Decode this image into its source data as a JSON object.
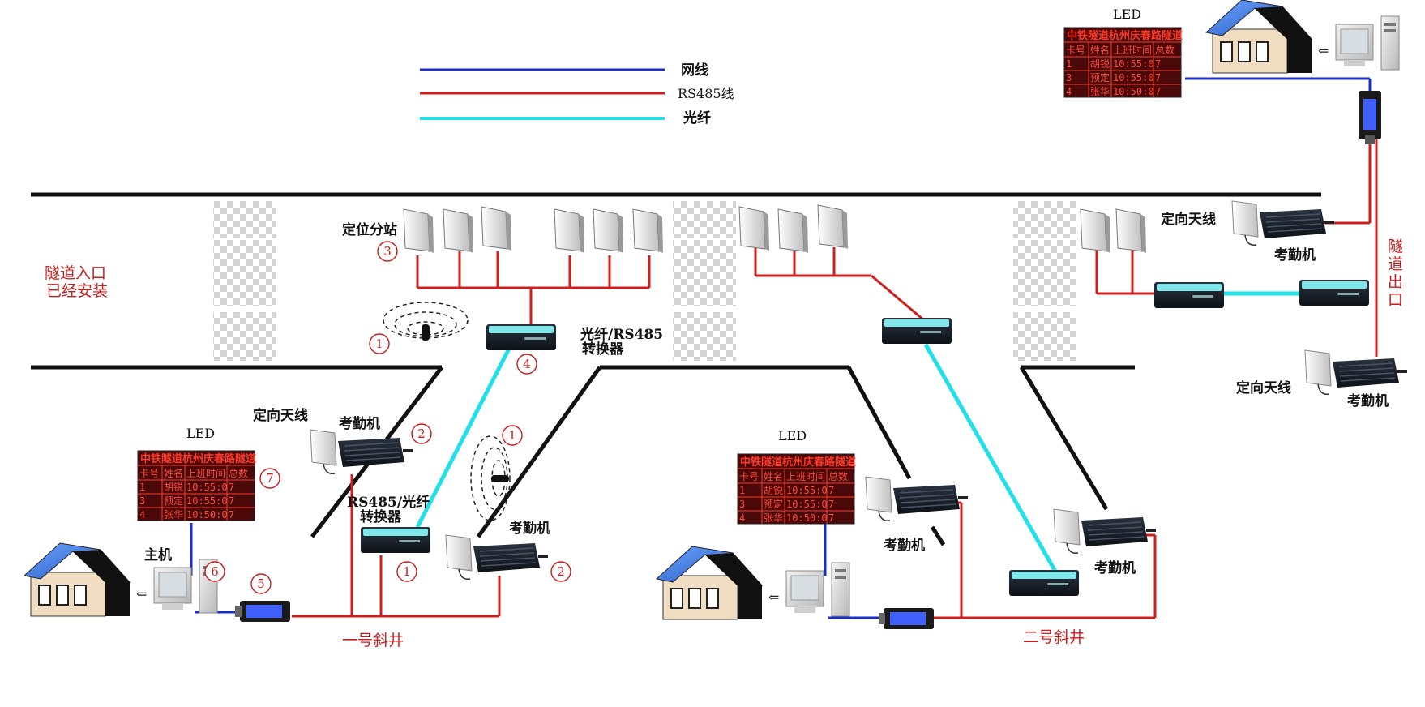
{
  "legend": {
    "network": "网线",
    "rs485": "RS485线",
    "fiber": "光纤"
  },
  "labels": {
    "entrance": [
      "隧道入口",
      "已经安装"
    ],
    "exit": [
      "隧",
      "道",
      "出",
      "口"
    ],
    "station": "定位分站",
    "converter_fiber_rs485": [
      "光纤/RS485",
      "转换器"
    ],
    "converter_rs485_fiber": [
      "RS485/光纤",
      "转换器"
    ],
    "directional_antenna": "定向天线",
    "attendance": "考勤机",
    "host": "主机",
    "led": "LED",
    "shaft1": "一号斜井",
    "shaft2": "二号斜井"
  },
  "markers": {
    "m1": "1",
    "m2": "2",
    "m3": "3",
    "m4": "4",
    "m5": "5",
    "m6": "6",
    "m7": "7"
  },
  "led_board": {
    "title": "中铁隧道杭州庆春路隧道",
    "header": [
      "卡号",
      "姓名",
      "上班时间",
      "总数"
    ],
    "rows": [
      [
        "1",
        "胡锐",
        "10:55:0",
        "7"
      ],
      [
        "3",
        "预定",
        "10:55:0",
        "7"
      ],
      [
        "4",
        "张华",
        "10:50:0",
        "7"
      ]
    ]
  },
  "colors": {
    "network": "#1a2fc0",
    "rs485": "#cc1f1f",
    "fiber": "#22e0e8",
    "wall": "#111111",
    "led_bg": "#5a0a0a",
    "marker": "#c81e1e"
  }
}
